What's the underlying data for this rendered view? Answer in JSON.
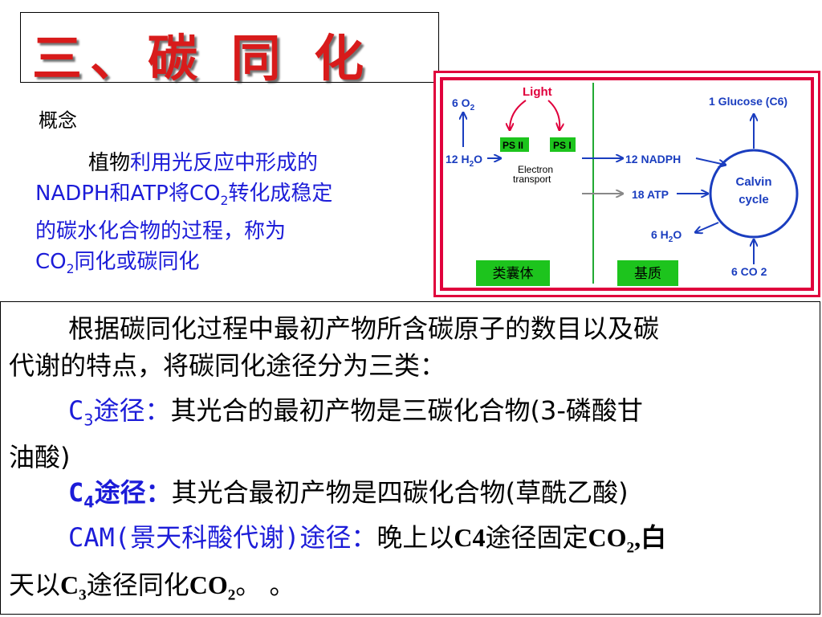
{
  "title": "三、碳 同 化",
  "concept": {
    "label": "概念",
    "lead": "植物",
    "line1_blue": "利用光反应中形成的",
    "line2_a": "NADPH和ATP将CO",
    "line2_sub": "2",
    "line2_b": "转化成稳定",
    "line3": "的碳水化合物的过程，称为",
    "line4_a": "CO",
    "line4_sub": "2",
    "line4_b": "同化或碳同化"
  },
  "diagram": {
    "light": "Light",
    "o2_a": "6 O",
    "o2_sub": "2",
    "h2o_a": "12 H",
    "h2o_sub": "2",
    "h2o_b": "O",
    "ps2": "PS II",
    "ps1": "PS I",
    "electron": "Electron",
    "transport": "transport",
    "glucose": "1 Glucose (C6)",
    "nadph": "12 NADPH",
    "atp": "18 ATP",
    "calvin1": "Calvin",
    "calvin2": "cycle",
    "h2o_out_a": "6 H",
    "h2o_out_sub": "2",
    "h2o_out_b": "O",
    "co2_in": "6 CO 2",
    "thylakoid": "类囊体",
    "stroma": "基质",
    "colors": {
      "red": "#e0003c",
      "green": "#22aa33",
      "blue": "#1a3dbf",
      "labelbox": "#1dc41d"
    }
  },
  "body": {
    "p1_line1": "根据碳同化过程中最初产物所含碳原子的数目以及碳",
    "p1_line2": "代谢的特点，将碳同化途径分为三类：",
    "c3_a": "C",
    "c3_sub": "3",
    "c3_b": "途径：",
    "c3_text": "其光合的最初产物是三碳化合物(3-磷酸甘",
    "c3_text2": "油酸)",
    "c4_a": "C",
    "c4_sub": "4",
    "c4_b": "途径：",
    "c4_text": "其光合最初产物是四碳化合物(草酰乙酸)",
    "cam_label": "CAM(景天科酸代谢)途径：",
    "cam_text_a": "晚上以",
    "cam_text_b": "C4",
    "cam_text_c": "途径固定",
    "cam_text_d": "CO",
    "cam_text_d_sub": "2",
    "cam_text_e": ",白",
    "cam_line2_a": "天以",
    "cam_line2_b": "C",
    "cam_line2_b_sub": "3",
    "cam_line2_c": "途径同化",
    "cam_line2_d": "CO",
    "cam_line2_d_sub": "2",
    "cam_line2_e": "。 。"
  }
}
